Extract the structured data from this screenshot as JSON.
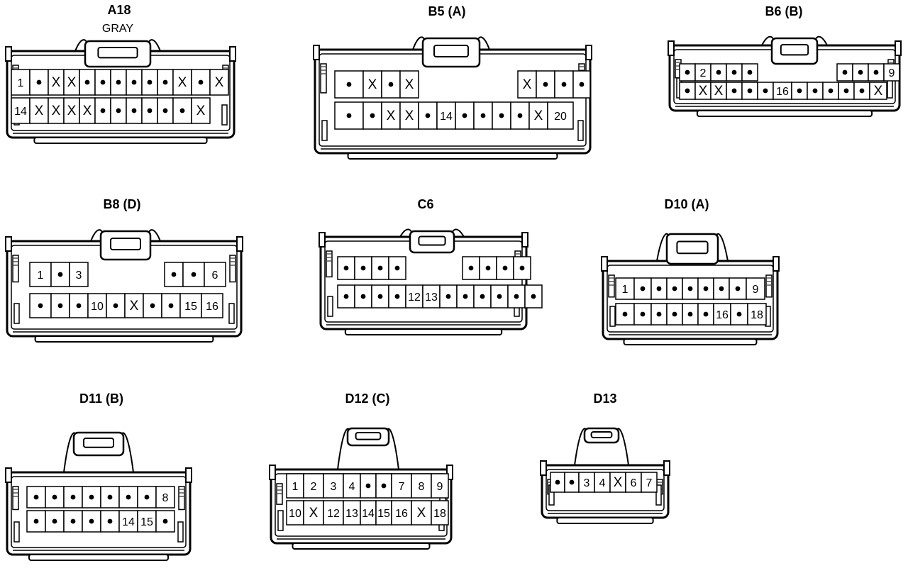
{
  "connectors": [
    {
      "id": "A18",
      "label": "A18",
      "sublabel": "GRAY",
      "rows": [
        [
          "1",
          "•",
          "X",
          "X",
          "•",
          "•",
          "•",
          "•",
          "•",
          "•",
          "X",
          "•",
          "X"
        ],
        [
          "14",
          "X",
          "X",
          "X",
          "X",
          "•",
          "•",
          "•",
          "•",
          "•",
          "•",
          "X"
        ]
      ]
    },
    {
      "id": "B5",
      "label": "B5 (A)",
      "rows": [
        [
          "•",
          "X",
          "•",
          "X",
          "X",
          "•",
          "•",
          "•"
        ],
        [
          "•",
          "•",
          "X",
          "X",
          "•",
          "14",
          "•",
          "•",
          "•",
          "•",
          "X",
          "20"
        ]
      ]
    },
    {
      "id": "B6",
      "label": "B6 (B)",
      "rows": [
        [
          "•",
          "2",
          "•",
          "•",
          "•",
          "•",
          "•",
          "•",
          "9"
        ],
        [
          "•",
          "X",
          "X",
          "•",
          "•",
          "•",
          "16",
          "•",
          "•",
          "•",
          "•",
          "•",
          "X"
        ]
      ]
    },
    {
      "id": "B8",
      "label": "B8 (D)",
      "rows": [
        [
          "1",
          "•",
          "3",
          "•",
          "•",
          "6"
        ],
        [
          "•",
          "•",
          "•",
          "10",
          "•",
          "X",
          "•",
          "•",
          "15",
          "16"
        ]
      ]
    },
    {
      "id": "C6",
      "label": "C6",
      "rows": [
        [
          "•",
          "•",
          "•",
          "•",
          "•",
          "•",
          "•",
          "•"
        ],
        [
          "•",
          "•",
          "•",
          "•",
          "12",
          "13",
          "•",
          "•",
          "•",
          "•",
          "•",
          "•"
        ]
      ]
    },
    {
      "id": "D10",
      "label": "D10 (A)",
      "rows": [
        [
          "1",
          "•",
          "•",
          "•",
          "•",
          "•",
          "•",
          "•",
          "9"
        ],
        [
          "•",
          "•",
          "•",
          "•",
          "•",
          "•",
          "16",
          "•",
          "18"
        ]
      ]
    },
    {
      "id": "D11",
      "label": "D11 (B)",
      "rows": [
        [
          "•",
          "•",
          "•",
          "•",
          "•",
          "•",
          "•",
          "8"
        ],
        [
          "•",
          "•",
          "•",
          "•",
          "•",
          "14",
          "15",
          "•"
        ]
      ]
    },
    {
      "id": "D12",
      "label": "D12 (C)",
      "rows": [
        [
          "1",
          "2",
          "3",
          "4",
          "•",
          "•",
          "7",
          "8",
          "9"
        ],
        [
          "10",
          "X",
          "12",
          "13",
          "14",
          "15",
          "16",
          "X",
          "18"
        ]
      ]
    },
    {
      "id": "D13",
      "label": "D13",
      "rows": [
        [
          "•",
          "•",
          "3",
          "4",
          "X",
          "6",
          "7"
        ]
      ]
    }
  ]
}
